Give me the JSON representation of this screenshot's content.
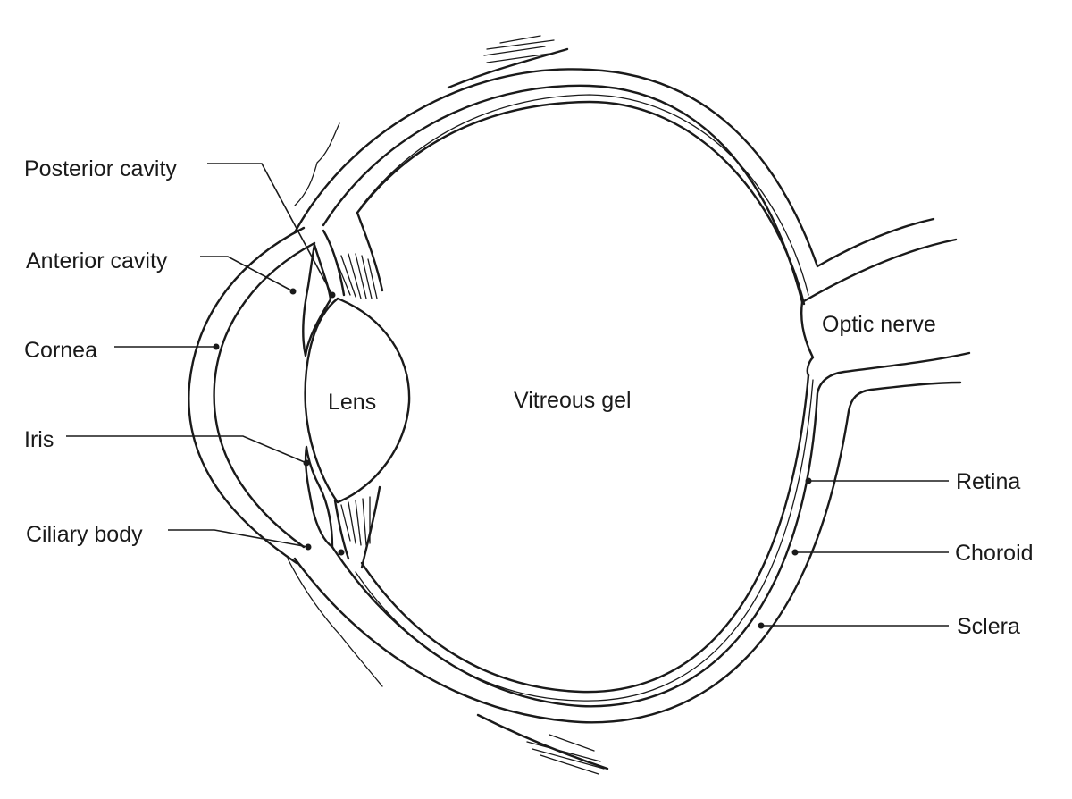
{
  "labels": {
    "posterior_cavity": "Posterior cavity",
    "anterior_cavity": "Anterior cavity",
    "cornea": "Cornea",
    "iris": "Iris",
    "ciliary_body": "Ciliary body",
    "lens": "Lens",
    "vitreous_gel": "Vitreous gel",
    "optic_nerve": "Optic nerve",
    "retina": "Retina",
    "choroid": "Choroid",
    "sclera": "Sclera"
  }
}
